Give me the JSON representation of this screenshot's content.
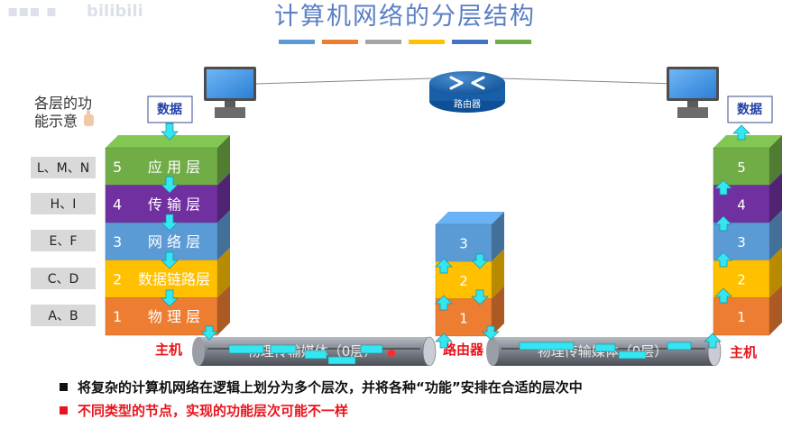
{
  "title": "计算机网络的分层结构",
  "watermark": "bilibili",
  "title_bars": [
    "#5b9bd5",
    "#ed7d31",
    "#a5a5a5",
    "#ffc000",
    "#4472c4",
    "#70ad47"
  ],
  "side_heading": {
    "line1": "各层的功",
    "line2": "能示意"
  },
  "side_labels": [
    "L、M、N",
    "H、I",
    "E、F",
    "C、D",
    "A、B"
  ],
  "data_label": "数据",
  "router_label": "路由器",
  "host_label": "主机",
  "router_node_label": "路由器",
  "media_label": "物理传输媒体（0层）",
  "left_stack": [
    {
      "num": "5",
      "name": "应 用 层",
      "color": "#70ad47"
    },
    {
      "num": "4",
      "name": "传 输 层",
      "color": "#7030a0"
    },
    {
      "num": "3",
      "name": "网 络 层",
      "color": "#5b9bd5"
    },
    {
      "num": "2",
      "name": "数据链路层",
      "color": "#ffc000"
    },
    {
      "num": "1",
      "name": "物 理 层",
      "color": "#ed7d31"
    }
  ],
  "mid_stack": [
    {
      "num": "3",
      "color": "#5b9bd5"
    },
    {
      "num": "2",
      "color": "#ffc000"
    },
    {
      "num": "1",
      "color": "#ed7d31"
    }
  ],
  "right_stack": [
    {
      "num": "5",
      "color": "#70ad47"
    },
    {
      "num": "4",
      "color": "#7030a0"
    },
    {
      "num": "3",
      "color": "#5b9bd5"
    },
    {
      "num": "2",
      "color": "#ffc000"
    },
    {
      "num": "1",
      "color": "#ed7d31"
    }
  ],
  "notes": [
    "将复杂的计算机网络在逻辑上划分为多个层次，并将各种“功能”安排在合适的层次中",
    "不同类型的节点，实现的功能层次可能不一样"
  ],
  "colors": {
    "arrow": "#33e6f2",
    "title": "#5b7fc4",
    "accent_red": "#e8141b"
  }
}
